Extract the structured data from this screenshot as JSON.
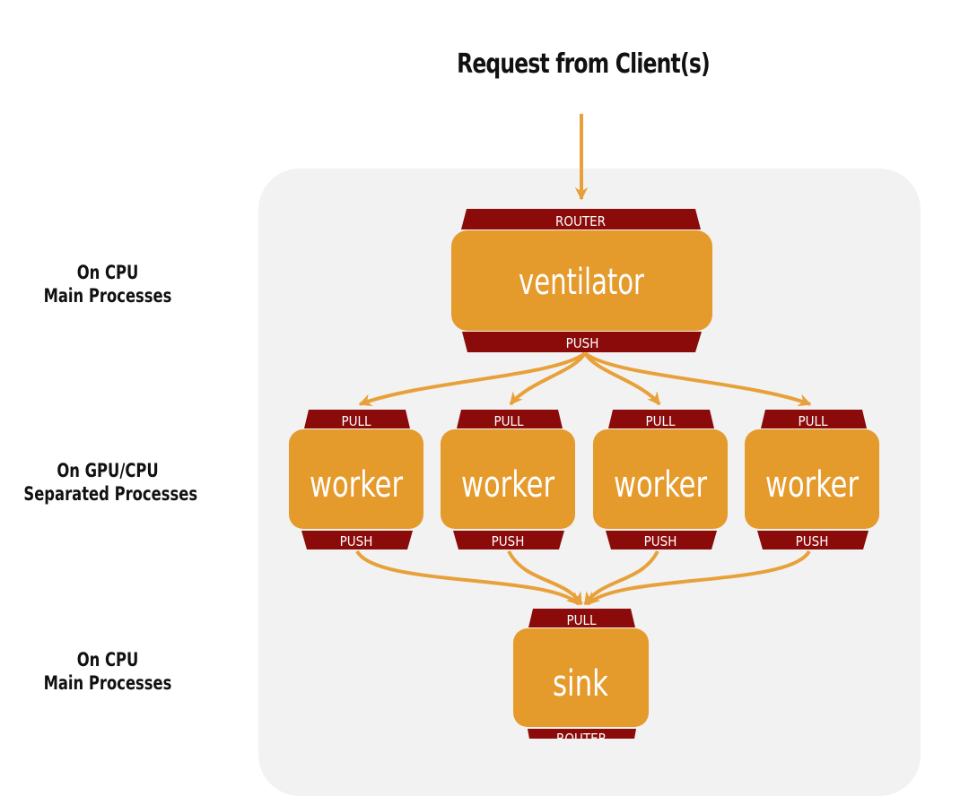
{
  "title": "Request from Client(s)",
  "rows": [
    {
      "line1": "On CPU",
      "line2": "Main Processes"
    },
    {
      "line1": "On GPU/CPU",
      "line2": "Separated Processes"
    },
    {
      "line1": "On CPU",
      "line2": "Main Processes"
    }
  ],
  "ventilator": {
    "label": "ventilator",
    "in_socket": "ROUTER",
    "out_socket": "PUSH"
  },
  "workers": [
    {
      "label": "worker",
      "in_socket": "PULL",
      "out_socket": "PUSH"
    },
    {
      "label": "worker",
      "in_socket": "PULL",
      "out_socket": "PUSH"
    },
    {
      "label": "worker",
      "in_socket": "PULL",
      "out_socket": "PUSH"
    },
    {
      "label": "worker",
      "in_socket": "PULL",
      "out_socket": "PUSH"
    }
  ],
  "sink": {
    "label": "sink",
    "in_socket": "PULL",
    "out_socket": "ROUTER"
  },
  "colors": {
    "node": "#e59a2c",
    "socket": "#8b0a0a",
    "arrow": "#e8a13a",
    "panel": "#f2f2f2"
  }
}
